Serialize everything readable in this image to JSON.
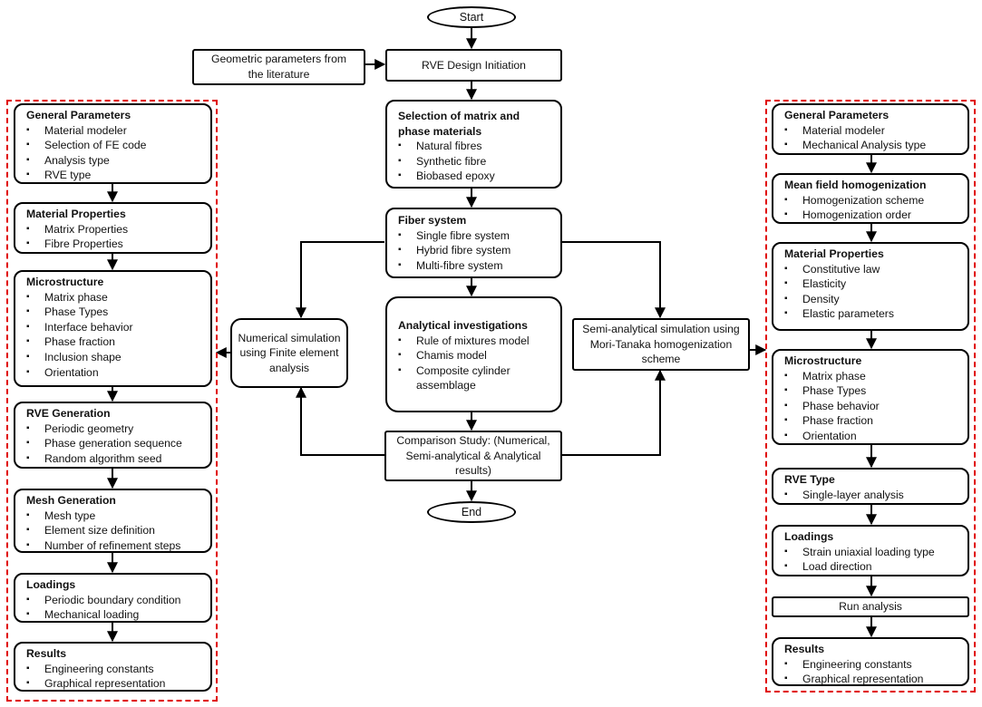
{
  "flow": {
    "start": "Start",
    "end": "End",
    "geometric": "Geometric parameters from the literature",
    "rve_design": "RVE Design Initiation",
    "selection": {
      "title": "Selection of matrix and phase materials",
      "items": [
        "Natural fibres",
        "Synthetic fibre",
        "Biobased epoxy"
      ]
    },
    "fiber": {
      "title": "Fiber system",
      "items": [
        "Single fibre system",
        "Hybrid fibre system",
        "Multi-fibre system"
      ]
    },
    "numerical": "Numerical simulation using Finite element analysis",
    "analytical": {
      "title": "Analytical investigations",
      "items": [
        "Rule of mixtures model",
        "Chamis model",
        "Composite cylinder assemblage"
      ]
    },
    "semi": "Semi-analytical simulation using Mori-Tanaka homogenization scheme",
    "comparison": "Comparison Study: (Numerical, Semi-analytical & Analytical results)"
  },
  "left": [
    {
      "title": "General Parameters",
      "items": [
        "Material modeler",
        "Selection of FE code",
        "Analysis type",
        "RVE type"
      ]
    },
    {
      "title": "Material Properties",
      "items": [
        "Matrix Properties",
        "Fibre Properties"
      ]
    },
    {
      "title": "Microstructure",
      "items": [
        "Matrix phase",
        "Phase Types",
        "Interface behavior",
        "Phase fraction",
        "Inclusion shape",
        "Orientation"
      ]
    },
    {
      "title": "RVE Generation",
      "items": [
        "Periodic geometry",
        "Phase generation sequence",
        "Random algorithm seed"
      ]
    },
    {
      "title": "Mesh Generation",
      "items": [
        "Mesh type",
        "Element size definition",
        "Number of refinement steps"
      ]
    },
    {
      "title": "Loadings",
      "items": [
        "Periodic boundary condition",
        "Mechanical loading"
      ]
    },
    {
      "title": "Results",
      "items": [
        "Engineering constants",
        "Graphical representation"
      ]
    }
  ],
  "right": [
    {
      "title": "General Parameters",
      "items": [
        "Material modeler",
        "Mechanical Analysis type"
      ]
    },
    {
      "title": "Mean field homogenization",
      "items": [
        "Homogenization scheme",
        "Homogenization order"
      ]
    },
    {
      "title": "Material Properties",
      "items": [
        "Constitutive law",
        "Elasticity",
        "Density",
        "Elastic parameters"
      ]
    },
    {
      "title": "Microstructure",
      "items": [
        "Matrix phase",
        "Phase Types",
        "Phase behavior",
        "Phase fraction",
        "Orientation"
      ]
    },
    {
      "title": "RVE Type",
      "items": [
        "Single-layer analysis"
      ]
    },
    {
      "title": "Loadings",
      "items": [
        "Strain uniaxial loading type",
        "Load direction"
      ]
    },
    {
      "title": "Run analysis",
      "items": []
    },
    {
      "title": "Results",
      "items": [
        "Engineering constants",
        "Graphical representation"
      ]
    }
  ]
}
